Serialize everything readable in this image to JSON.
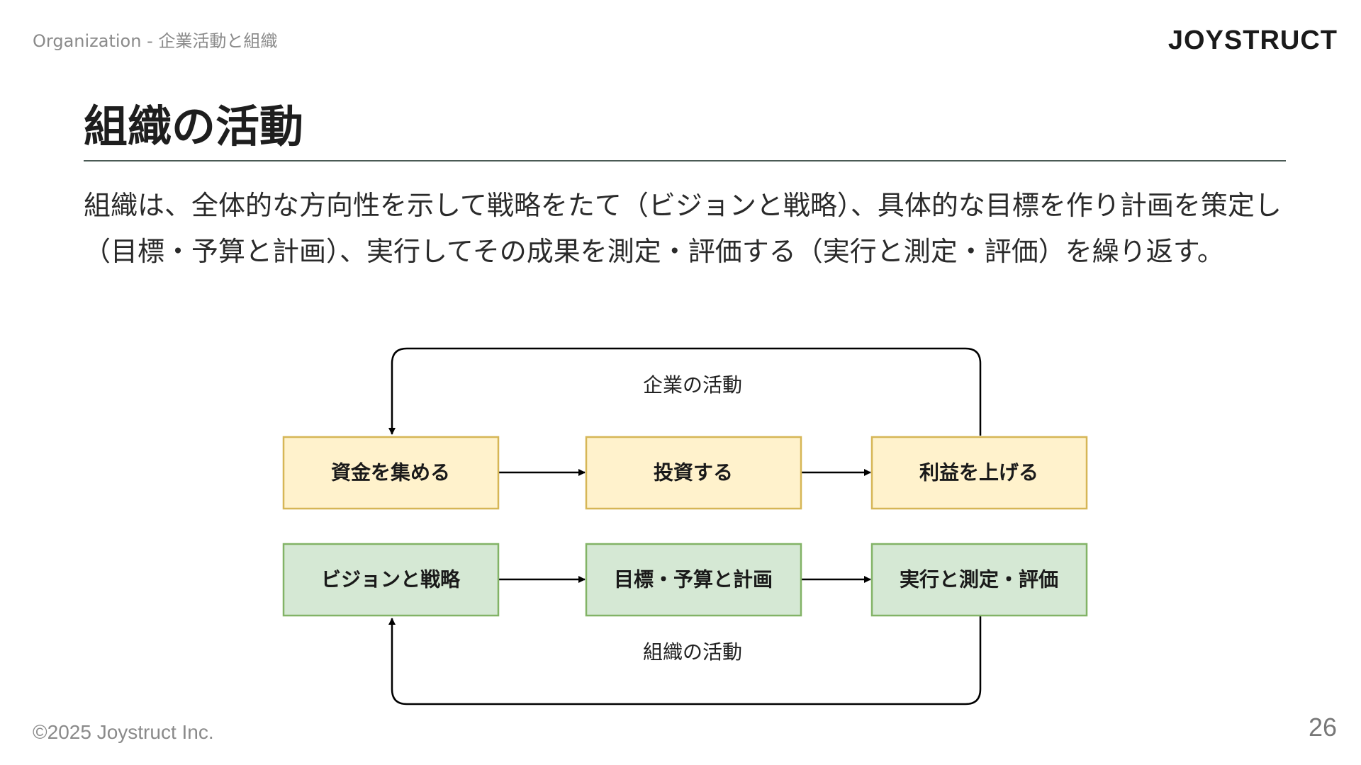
{
  "header": {
    "breadcrumb": "Organization - 企業活動と組織",
    "logo": "JOYSTRUCT"
  },
  "main": {
    "title": "組織の活動",
    "body": "組織は、全体的な方向性を示して戦略をたて（ビジョンと戦略）、具体的な目標を作り計画を策定し（目標・予算と計画）、実行してその成果を測定・評価する（実行と測定・評価）を繰り返す。"
  },
  "diagram": {
    "top_loop_label": "企業の活動",
    "bottom_loop_label": "組織の活動",
    "top_row": [
      "資金を集める",
      "投資する",
      "利益を上げる"
    ],
    "bottom_row": [
      "ビジョンと戦略",
      "目標・予算と計画",
      "実行と測定・評価"
    ],
    "colors": {
      "top_fill": "#fff2cc",
      "top_stroke": "#d6b656",
      "bottom_fill": "#d5e8d4",
      "bottom_stroke": "#82b366",
      "edge": "#000000"
    }
  },
  "footer": {
    "copyright": "©2025 Joystruct Inc.",
    "page_number": "26"
  }
}
